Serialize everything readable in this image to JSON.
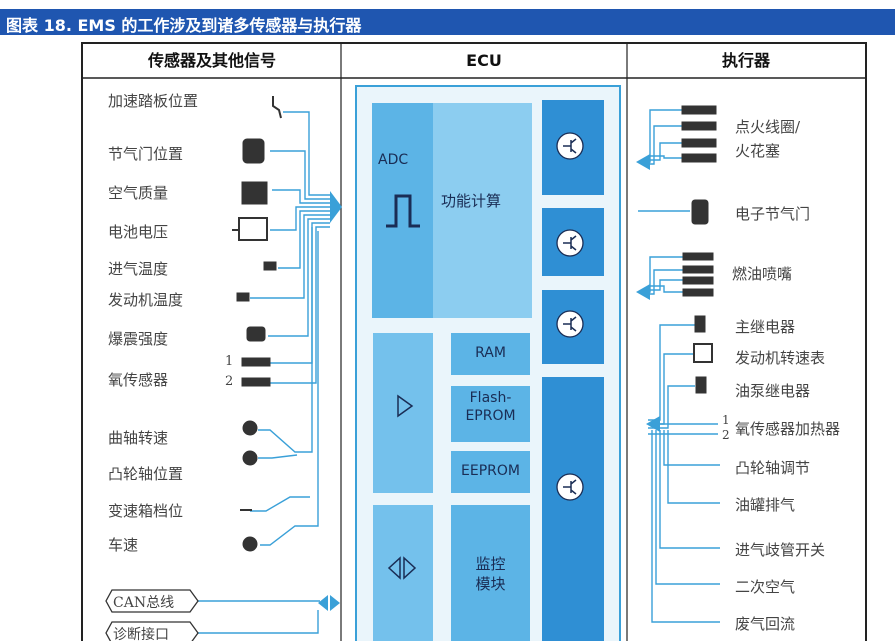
{
  "figure_title": "图表 18. EMS 的工作涉及到诸多传感器与执行器",
  "columns": {
    "sensors": "传感器及其他信号",
    "ecu": "ECU",
    "actuators": "执行器"
  },
  "sensors": [
    "加速踏板位置",
    "节气门位置",
    "空气质量",
    "电池电压",
    "进气温度",
    "发动机温度",
    "爆震强度",
    "氧传感器",
    "曲轴转速",
    "凸轮轴位置",
    "变速箱档位",
    "车速"
  ],
  "oxygen_sensor_numbers": [
    "1",
    "2"
  ],
  "bus_signals": [
    "CAN总线",
    "诊断接口"
  ],
  "ecu": {
    "adc": "ADC",
    "function_calc": "功能计算",
    "ram": "RAM",
    "flash_line1": "Flash-",
    "flash_line2": "EPROM",
    "eeprom": "EEPROM",
    "monitor_line1": "监控",
    "monitor_line2": "模块"
  },
  "actuators": {
    "ignition_line1": "点火线圈/",
    "ignition_line2": "火花塞",
    "throttle": "电子节气门",
    "injector": "燃油喷嘴",
    "main_relay": "主继电器",
    "tachometer": "发动机转速表",
    "pump_relay": "油泵继电器",
    "o2_heater": "氧传感器加热器",
    "o2_heater_numbers": [
      "1",
      "2"
    ],
    "cam_adjust": "凸轮轴调节",
    "tank_vent": "油罐排气",
    "intake_switch": "进气歧管开关",
    "secondary_air": "二次空气",
    "egr": "废气回流"
  },
  "colors": {
    "banner": "#1f56b0",
    "line": "#3aa0d8",
    "ecu_dark": "#2f8fd4",
    "ecu_light": "#5cb4e6"
  }
}
